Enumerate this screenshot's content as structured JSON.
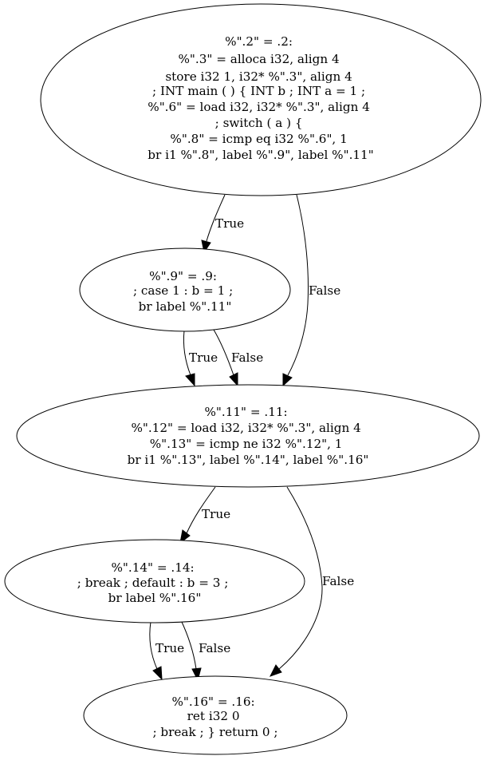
{
  "nodes": {
    "n2": {
      "lines": [
        "%\".2\" = .2:",
        "%\".3\" = alloca i32, align 4",
        "store i32 1, i32* %\".3\", align 4",
        ";    INT main ( ) { INT b ; INT a = 1 ;",
        "%\".6\" = load i32, i32* %\".3\", align 4",
        "; switch ( a ) {",
        "%\".8\" = icmp eq i32 %\".6\", 1",
        "br i1 %\".8\", label %\".9\", label %\".11\""
      ]
    },
    "n9": {
      "lines": [
        "%\".9\" = .9:",
        "; case 1 : b = 1 ;",
        "br label %\".11\""
      ]
    },
    "n11": {
      "lines": [
        "%\".11\" = .11:",
        "%\".12\" = load i32, i32* %\".3\", align 4",
        "%\".13\" = icmp ne i32 %\".12\", 1",
        "br i1 %\".13\", label %\".14\", label %\".16\""
      ]
    },
    "n14": {
      "lines": [
        "%\".14\" = .14:",
        "; break ; default : b = 3 ;",
        "br label %\".16\""
      ]
    },
    "n16": {
      "lines": [
        "%\".16\" = .16:",
        "ret i32 0",
        "; break ;  } return 0 ;"
      ]
    }
  },
  "edges": {
    "e2_9": "True",
    "e2_11": "False",
    "e9_11_true": "True",
    "e9_11_false": "False",
    "e11_14": "True",
    "e11_16": "False",
    "e14_16_true": "True",
    "e14_16_false": "False"
  }
}
